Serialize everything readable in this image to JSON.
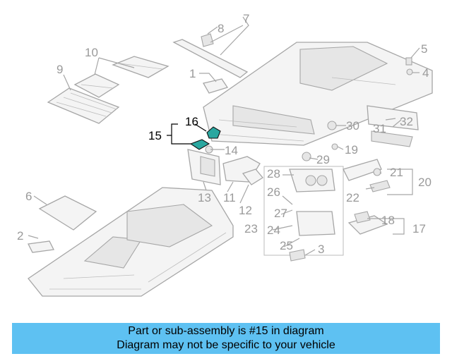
{
  "diagram": {
    "callouts": [
      "1",
      "2",
      "3",
      "4",
      "5",
      "6",
      "7",
      "8",
      "9",
      "10",
      "11",
      "12",
      "13",
      "14",
      "15",
      "16",
      "17",
      "18",
      "19",
      "20",
      "21",
      "22",
      "23",
      "24",
      "25",
      "26",
      "27",
      "28",
      "29",
      "30",
      "31",
      "32"
    ],
    "highlighted": "15",
    "accent": "#000000",
    "part_color": "#a6a6a6",
    "highlight_part_color": "#2aa7a0"
  },
  "banner": {
    "line1": "Part or sub-assembly is #15 in diagram",
    "line2": "Diagram may not be specific to your vehicle",
    "color": "#5ec1f2"
  }
}
